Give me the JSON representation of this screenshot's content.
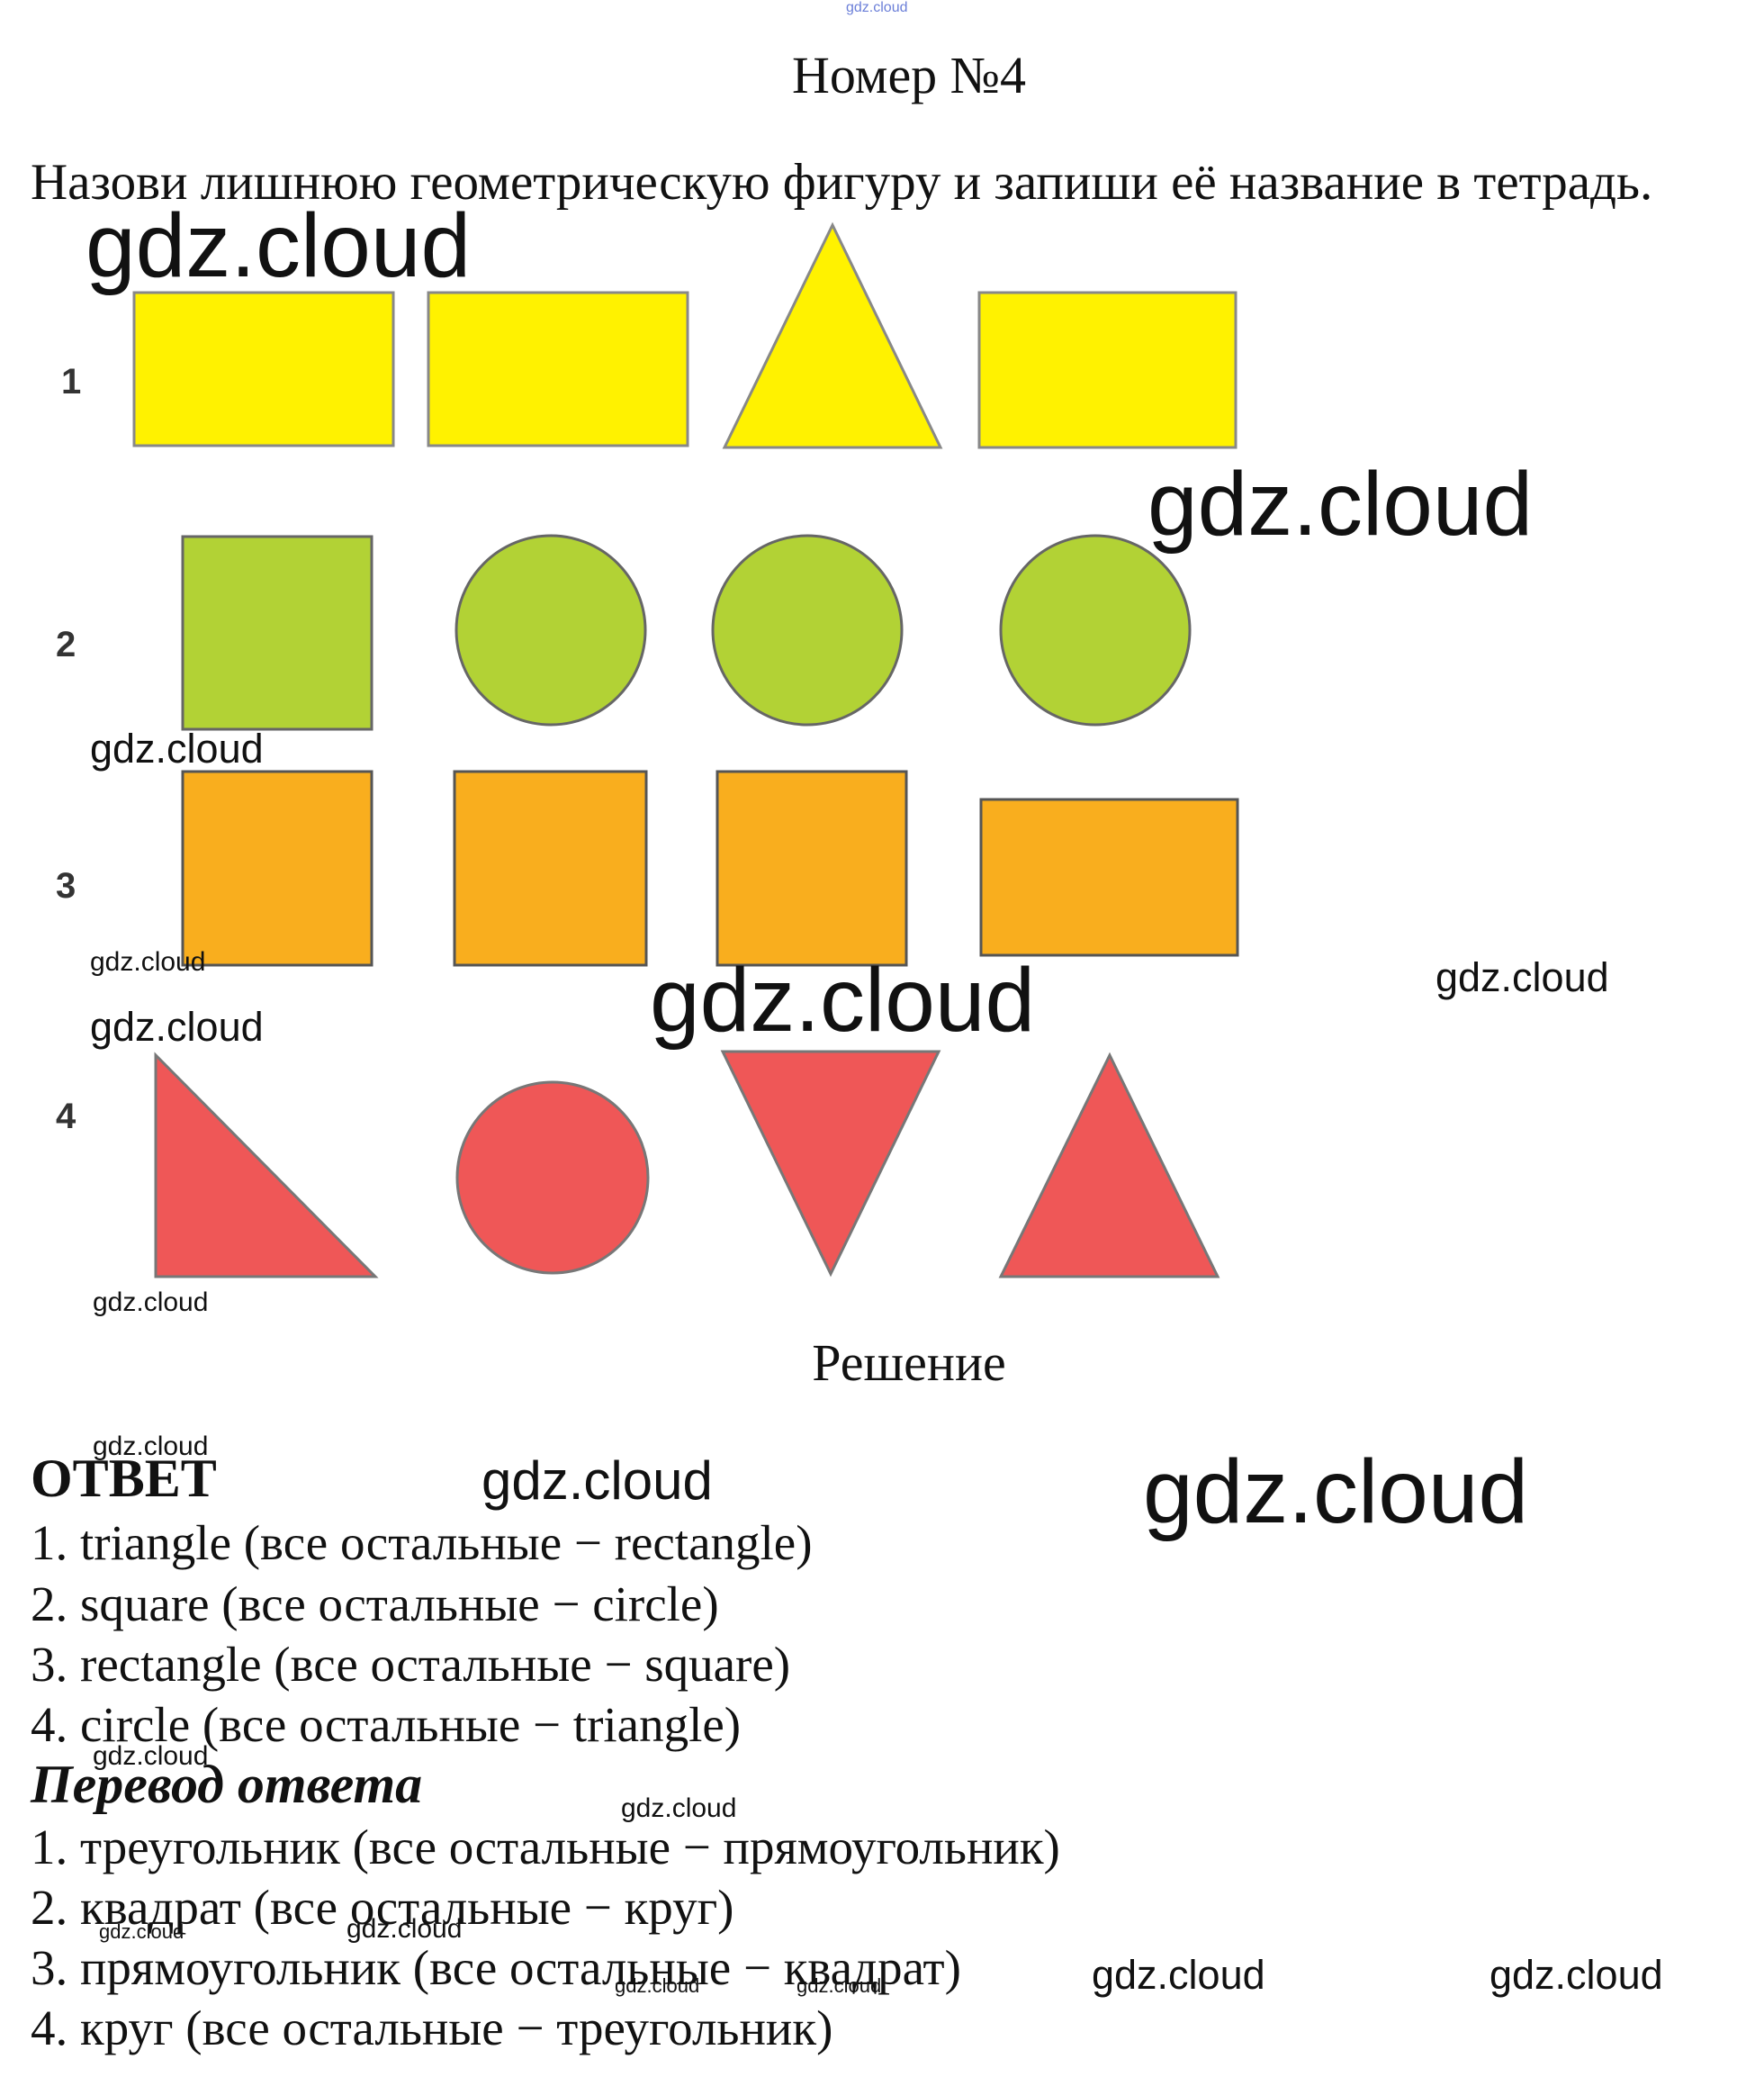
{
  "header": {
    "title": "Номер №4"
  },
  "task": {
    "text": "Назови лишнюю геометрическую фигуру и запиши её название в тетрадь."
  },
  "rows": [
    {
      "number": "1",
      "color": "#FFF200",
      "shapes": [
        "rectangle",
        "rectangle",
        "triangle",
        "rectangle"
      ]
    },
    {
      "number": "2",
      "color": "#B2D235",
      "shapes": [
        "square",
        "circle",
        "circle",
        "circle"
      ]
    },
    {
      "number": "3",
      "color": "#F9AE1E",
      "shapes": [
        "square",
        "square",
        "square",
        "rectangle"
      ]
    },
    {
      "number": "4",
      "color": "#EF5757",
      "shapes": [
        "right-triangle",
        "circle",
        "inverted-triangle",
        "triangle"
      ]
    }
  ],
  "solution": {
    "title": "Решение"
  },
  "answer": {
    "heading": "ОТВЕТ",
    "lines": [
      "1. triangle (все остальные − rectangle)",
      "2. square (все остальные − circle)",
      "3. rectangle (все остальные − square)",
      "4. circle (все остальные − triangle)"
    ]
  },
  "translation": {
    "heading": "Перевод ответа",
    "lines": [
      "1. треугольник (все остальные − прямоугольник)",
      "2. квадрат (все остальные − круг)",
      "3. прямоугольник (все остальные − квадрат)",
      "4. круг (все остальные − треугольник)"
    ]
  },
  "watermark": {
    "text": "gdz.cloud"
  }
}
